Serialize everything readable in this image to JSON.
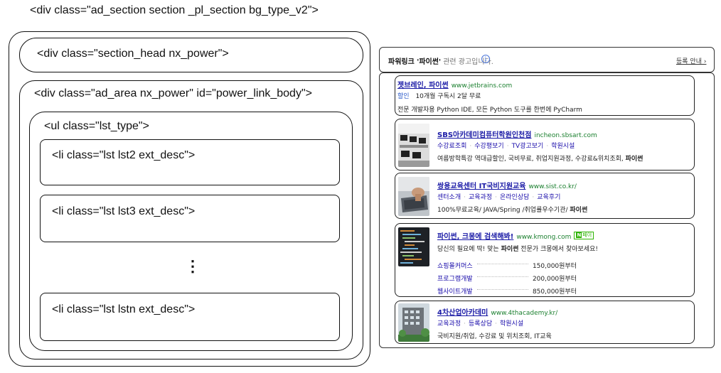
{
  "diagram": {
    "top_label": "<div class=\"ad_section section _pl_section bg_type_v2\">",
    "section_head": "<div class=\"section_head nx_power\">",
    "ad_area": "<div class=\"ad_area nx_power\" id=\"power_link_body\">",
    "ul": "<ul class=\"lst_type\">",
    "li_items": [
      "<li class=\"lst lst2 ext_desc\">",
      "<li class=\"lst lst3 ext_desc\">",
      "<li class=\"lst lstn ext_desc\">"
    ],
    "ellipsis": "⋮"
  },
  "powerlink": {
    "header": {
      "title": "파워링크 '파이썬'",
      "subtitle": "관련 광고입니다.",
      "info_icon": "i",
      "register": "등록 안내 ›"
    },
    "ads": [
      {
        "title": "젯브레인, 파이썬",
        "url": "www.jetbrains.com",
        "tag": "할인",
        "tag_text": "10개월 구독시 2달 무료",
        "desc": "전문 개발자용 Python IDE, 모든 Python 도구를 한번에 PyCharm"
      },
      {
        "title": "SBS아카데미컴퓨터학원인천점",
        "url": "incheon.sbsart.com",
        "links": [
          "수강료조회",
          "수강평보기",
          "TV광고보기",
          "학원시설"
        ],
        "desc_pre": "여름방학특강 역대급할인, 국비무료, 취업지원과정, 수강료&위치조회, ",
        "desc_bold": "파이썬"
      },
      {
        "title": "쌍용교육센터 IT국비지원교육",
        "url": "www.sist.co.kr/",
        "links": [
          "센터소개",
          "교육과정",
          "온라인상담",
          "교육후기"
        ],
        "desc_pre": "100%무료교육/ JAVA/Spring /취업률우수기관/ ",
        "desc_bold": "파이썬"
      },
      {
        "title": "파이썬, 크몽에 검색해봐!",
        "url": "www.kmong.com",
        "badge": "페이",
        "badge_n": "N",
        "desc_pre": "당신의 필요에 딱! 맞는 ",
        "desc_bold": "파이썬",
        "desc_post": " 전문가 크몽에서 찾아보세요!",
        "prices": [
          {
            "label": "쇼핑몰커머스",
            "price": "150,000원부터"
          },
          {
            "label": "프로그램개발",
            "price": "200,000원부터"
          },
          {
            "label": "웹사이트개발",
            "price": "850,000원부터"
          }
        ]
      },
      {
        "title": "4차산업아카데미",
        "url": "www.4thacademy.kr/",
        "links": [
          "교육과정",
          "등록상담",
          "학원시설"
        ],
        "desc": "국비지원/취업, 수강료 및 위치조회, IT교육"
      }
    ]
  },
  "colors": {
    "link_blue": "#1a1aa6",
    "url_green": "#1a7f2e",
    "npay_green": "#2db400",
    "info_blue": "#4a74d9"
  }
}
